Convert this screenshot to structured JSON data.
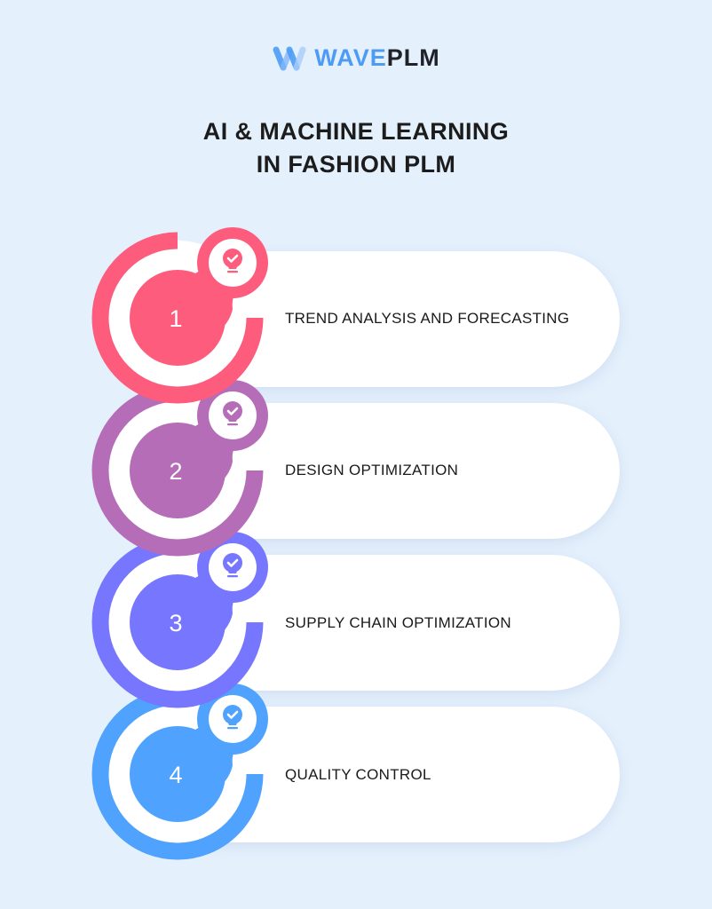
{
  "header": {
    "logo_wave": "WAVE",
    "logo_plm": "PLM",
    "title_line1": "AI & MACHINE LEARNING",
    "title_line2": "IN FASHION PLM"
  },
  "colors": {
    "background": "#e4f0fc",
    "brand_blue": "#4d9bf5",
    "item1": "#fe5c7c",
    "item2": "#b56db8",
    "item3": "#7776fe",
    "item4": "#4fa2fd"
  },
  "items": [
    {
      "number": "1",
      "label": "TREND ANALYSIS AND FORECASTING",
      "icon": "lightbulb-check-icon",
      "color": "#fe5c7c"
    },
    {
      "number": "2",
      "label": "DESIGN OPTIMIZATION",
      "icon": "lightbulb-check-icon",
      "color": "#b56db8"
    },
    {
      "number": "3",
      "label": "SUPPLY CHAIN OPTIMIZATION",
      "icon": "lightbulb-check-icon",
      "color": "#7776fe"
    },
    {
      "number": "4",
      "label": "QUALITY CONTROL",
      "icon": "lightbulb-check-icon",
      "color": "#4fa2fd"
    }
  ]
}
